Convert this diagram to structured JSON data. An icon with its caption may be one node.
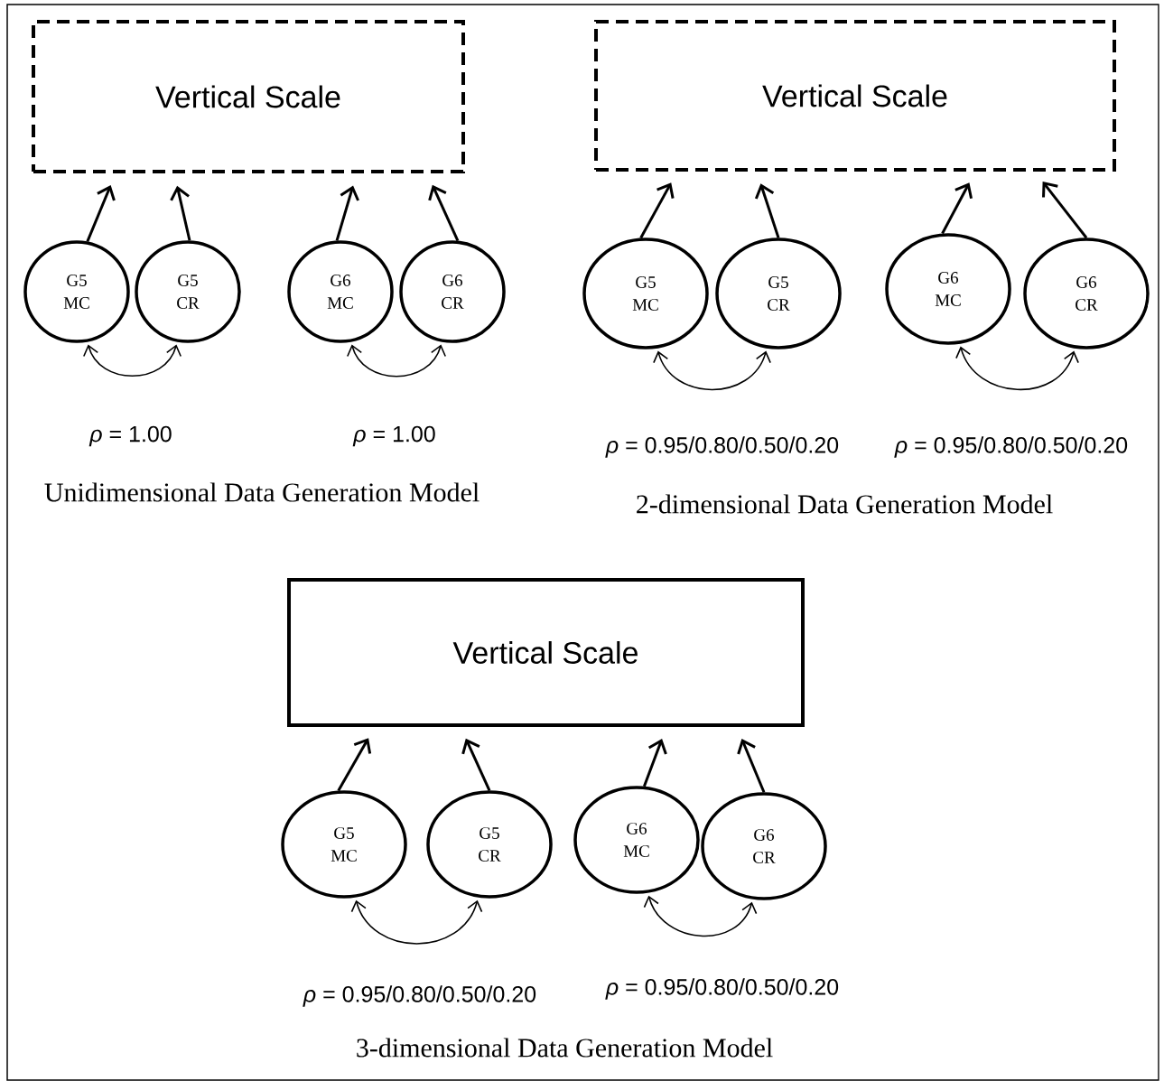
{
  "diagram": {
    "nodes": [
      {
        "text": [
          "Vertical Scale"
        ]
      },
      {
        "text": [
          "G5 MC"
        ]
      },
      {
        "text": [
          "G5 CR"
        ]
      },
      {
        "text": [
          "G6 MC"
        ]
      },
      {
        "text": [
          "G6 CR"
        ]
      },
      {
        "text": [
          "Vertical Scale"
        ]
      },
      {
        "text": [
          "G5 MC"
        ]
      },
      {
        "text": [
          "G5 CR"
        ]
      },
      {
        "text": [
          "G6 MC"
        ]
      },
      {
        "text": [
          "G6 CR"
        ]
      },
      {
        "text": [
          "Vertical Scale"
        ]
      },
      {
        "text": [
          "G5 MC"
        ]
      },
      {
        "text": [
          "G5 CR"
        ]
      },
      {
        "text": [
          "G6 MC"
        ]
      },
      {
        "text": [
          "G6 CR"
        ]
      }
    ],
    "edges": [
      {
        "from": 1,
        "to": 0,
        "arrow": "to"
      },
      {
        "from": 2,
        "to": 0,
        "arrow": "to"
      },
      {
        "from": 3,
        "to": 0,
        "arrow": "to"
      },
      {
        "from": 4,
        "to": 0,
        "arrow": "to"
      },
      {
        "from": 1,
        "to": 2,
        "arrow": "both"
      },
      {
        "from": 3,
        "to": 4,
        "arrow": "both"
      },
      {
        "from": 6,
        "to": 5,
        "arrow": "to"
      },
      {
        "from": 7,
        "to": 5,
        "arrow": "to"
      },
      {
        "from": 8,
        "to": 5,
        "arrow": "to"
      },
      {
        "from": 9,
        "to": 5,
        "arrow": "to"
      },
      {
        "from": 6,
        "to": 7,
        "arrow": "both"
      },
      {
        "from": 8,
        "to": 9,
        "arrow": "both"
      },
      {
        "from": 11,
        "to": 10,
        "arrow": "to"
      },
      {
        "from": 12,
        "to": 10,
        "arrow": "to"
      },
      {
        "from": 13,
        "to": 10,
        "arrow": "to"
      },
      {
        "from": 14,
        "to": 10,
        "arrow": "to"
      },
      {
        "from": 11,
        "to": 12,
        "arrow": "both"
      },
      {
        "from": 13,
        "to": 14,
        "arrow": "both"
      }
    ],
    "labels": [
      "*ρ* = 1.00",
      "*ρ* = 1.00",
      "*ρ* = 0.95/0.80/0.50/0.20",
      "*ρ* = 0.95/0.80/0.50/0.20",
      "Unidimensional Data Generation Model",
      "2-dimensional Data Generation Model",
      "*ρ* = 0.95/0.80/0.50/0.20",
      "*ρ* = 0.95/0.80/0.50/0.20",
      "3-dimensional Data Generation Model"
    ]
  }
}
